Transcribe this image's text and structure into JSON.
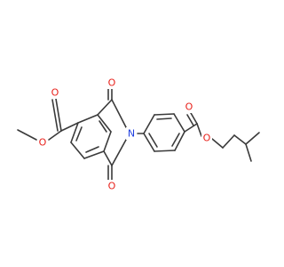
{
  "colors": {
    "bond": "#3a3a3a",
    "oxygen": "#e8201a",
    "nitrogen": "#1f3fe0",
    "background": "#ffffff"
  },
  "atom_labels": {
    "o_ester_methyl": "O",
    "o_ester_methyl_carbonyl": "O",
    "o_imide_top": "O",
    "o_imide_bottom": "O",
    "n_imide": "N",
    "o_ester_pentyl_carbonyl": "O",
    "o_ester_pentyl": "O"
  }
}
